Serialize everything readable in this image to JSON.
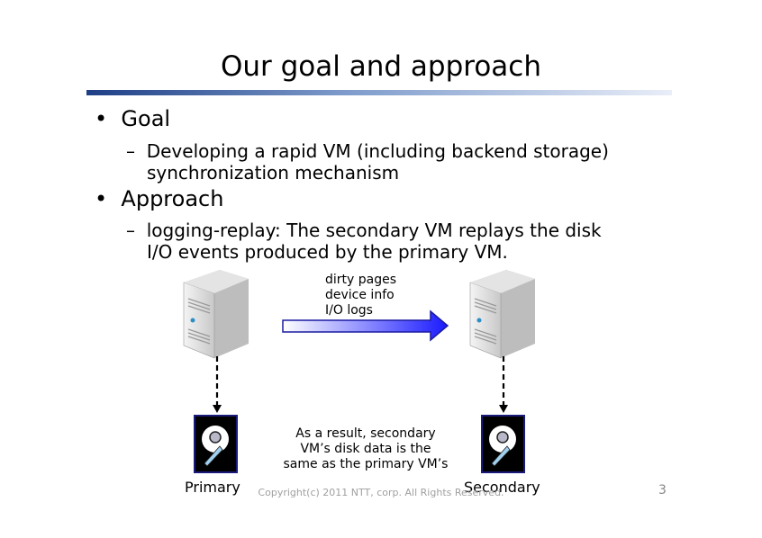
{
  "title": "Our goal and approach",
  "bullets": [
    {
      "label": "Goal",
      "sub": [
        "Developing a rapid VM (including backend storage)",
        "synchronization mechanism"
      ]
    },
    {
      "label": "Approach",
      "sub": [
        "logging-replay: The secondary VM replays the disk",
        "I/O events produced by the primary VM."
      ]
    }
  ],
  "diagram": {
    "arrow_labels": [
      "dirty pages",
      "device info",
      "I/O logs"
    ],
    "result": [
      "As a result, secondary",
      "VM’s disk data is the",
      "same as the primary VM’s"
    ],
    "primary_label": "Primary",
    "secondary_label": "Secondary",
    "arrow_color": "#1a1aff"
  },
  "footer": {
    "copyright": "Copyright(c) 2011 NTT, corp. All Rights Reserved.",
    "page": "3"
  }
}
